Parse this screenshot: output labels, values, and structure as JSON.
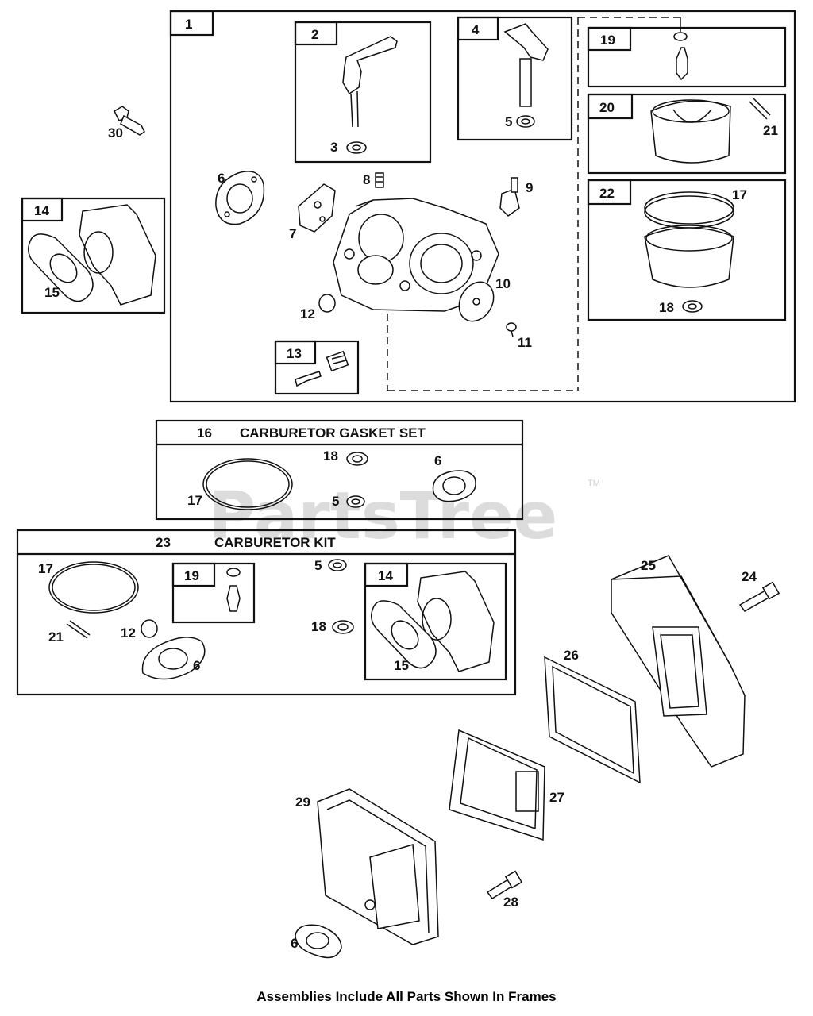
{
  "watermark": {
    "text": "PartsTree",
    "tm": "TM"
  },
  "frames": {
    "main": "1",
    "carb_lever": "2",
    "choke": "4",
    "needle": "19",
    "float": "20",
    "bowl": "22",
    "adapter": "14",
    "screw_kit": "13"
  },
  "callouts": {
    "n3": "3",
    "n5": "5",
    "n6": "6",
    "n7": "7",
    "n8": "8",
    "n9": "9",
    "n10": "10",
    "n11": "11",
    "n12": "12",
    "n15": "15",
    "n17": "17",
    "n18": "18",
    "n21": "21",
    "n30": "30",
    "n24": "24",
    "n25": "25",
    "n26": "26",
    "n27": "27",
    "n28": "28",
    "n29": "29",
    "n6b": "6"
  },
  "gasket_set": {
    "number": "16",
    "title": "CARBURETOR  GASKET SET",
    "n17": "17",
    "n18": "18",
    "n5": "5",
    "n6": "6"
  },
  "carb_kit": {
    "number": "23",
    "title": "CARBURETOR KIT",
    "n17": "17",
    "n19": "19",
    "n5": "5",
    "n14": "14",
    "n21": "21",
    "n12": "12",
    "n6": "6",
    "n18": "18",
    "n15": "15"
  },
  "footer": "Assemblies Include All Parts Shown In Frames"
}
